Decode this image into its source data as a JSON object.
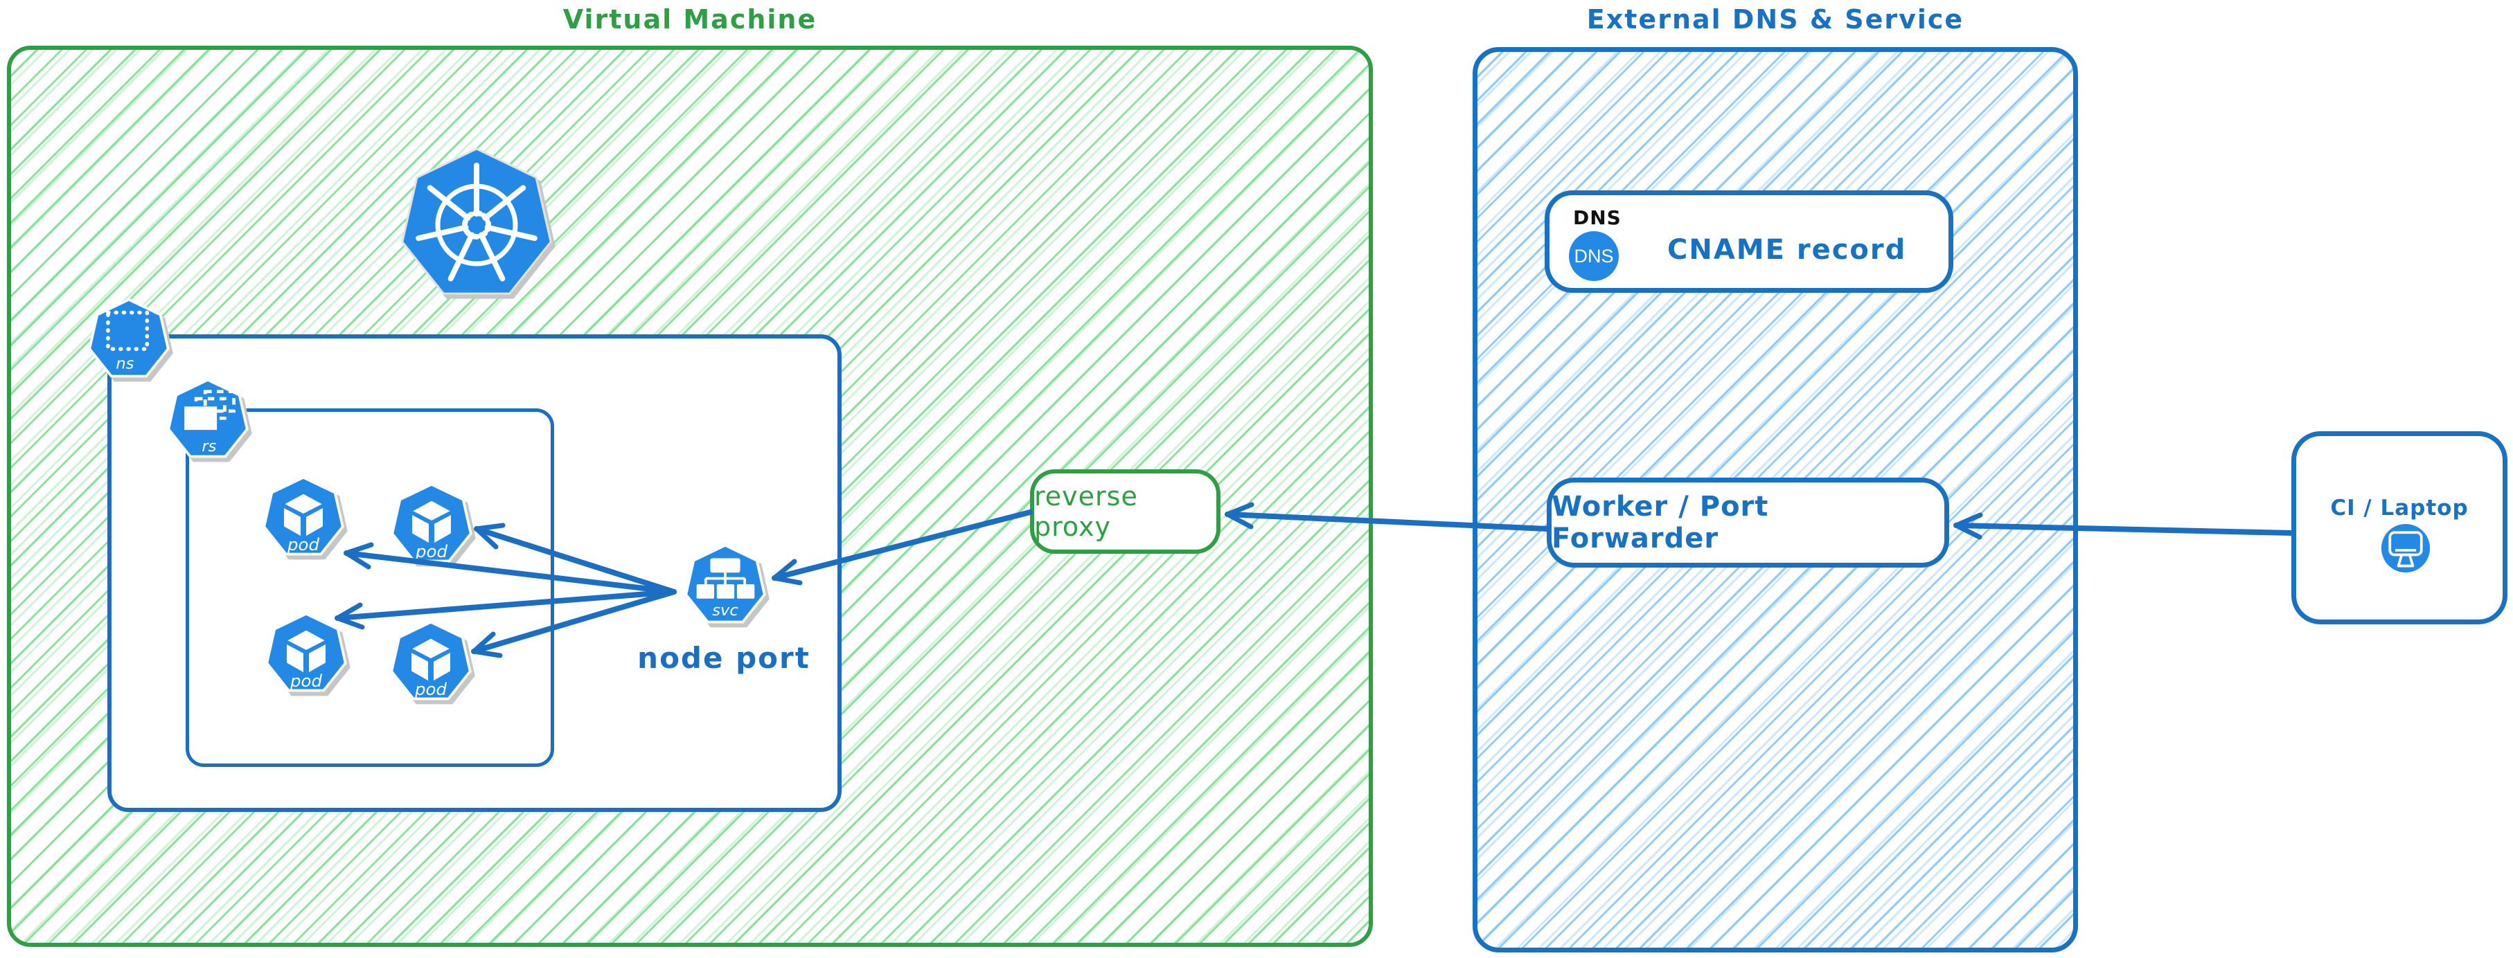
{
  "vm_region": {
    "title": "Virtual Machine"
  },
  "external_region": {
    "title": "External DNS & Service"
  },
  "labels": {
    "namespace": "ns",
    "replicaset": "rs",
    "pod": "pod",
    "service": "svc",
    "node_port": "node port",
    "reverse_proxy": "reverse proxy",
    "dns_tag": "DNS",
    "dns_badge": "DNS",
    "cname": "CNAME record",
    "worker": "Worker / Port Forwarder",
    "ci": "CI / Laptop"
  },
  "icons": [
    "kubernetes-logo-icon",
    "namespace-icon",
    "replicaset-icon",
    "pod-icon",
    "service-icon",
    "dns-badge-icon",
    "monitor-icon"
  ],
  "edges": [
    {
      "from": "node port (svc)",
      "to": "pod 1"
    },
    {
      "from": "node port (svc)",
      "to": "pod 2"
    },
    {
      "from": "node port (svc)",
      "to": "pod 3"
    },
    {
      "from": "node port (svc)",
      "to": "pod 4"
    },
    {
      "from": "reverse proxy",
      "to": "node port (svc)"
    },
    {
      "from": "Worker / Port Forwarder",
      "to": "reverse proxy"
    },
    {
      "from": "CI / Laptop",
      "to": "Worker / Port Forwarder"
    }
  ],
  "colors": {
    "green_border": "#2f9e44",
    "green_hatch": "#77dd8a",
    "blue_border": "#1971c2",
    "blue_hatch": "#86c5f5",
    "icon_blue": "#2389e5",
    "arrow_blue": "#1b6ec2",
    "tag_black": "#111111",
    "shadow_gray": "#c6c6c6"
  }
}
